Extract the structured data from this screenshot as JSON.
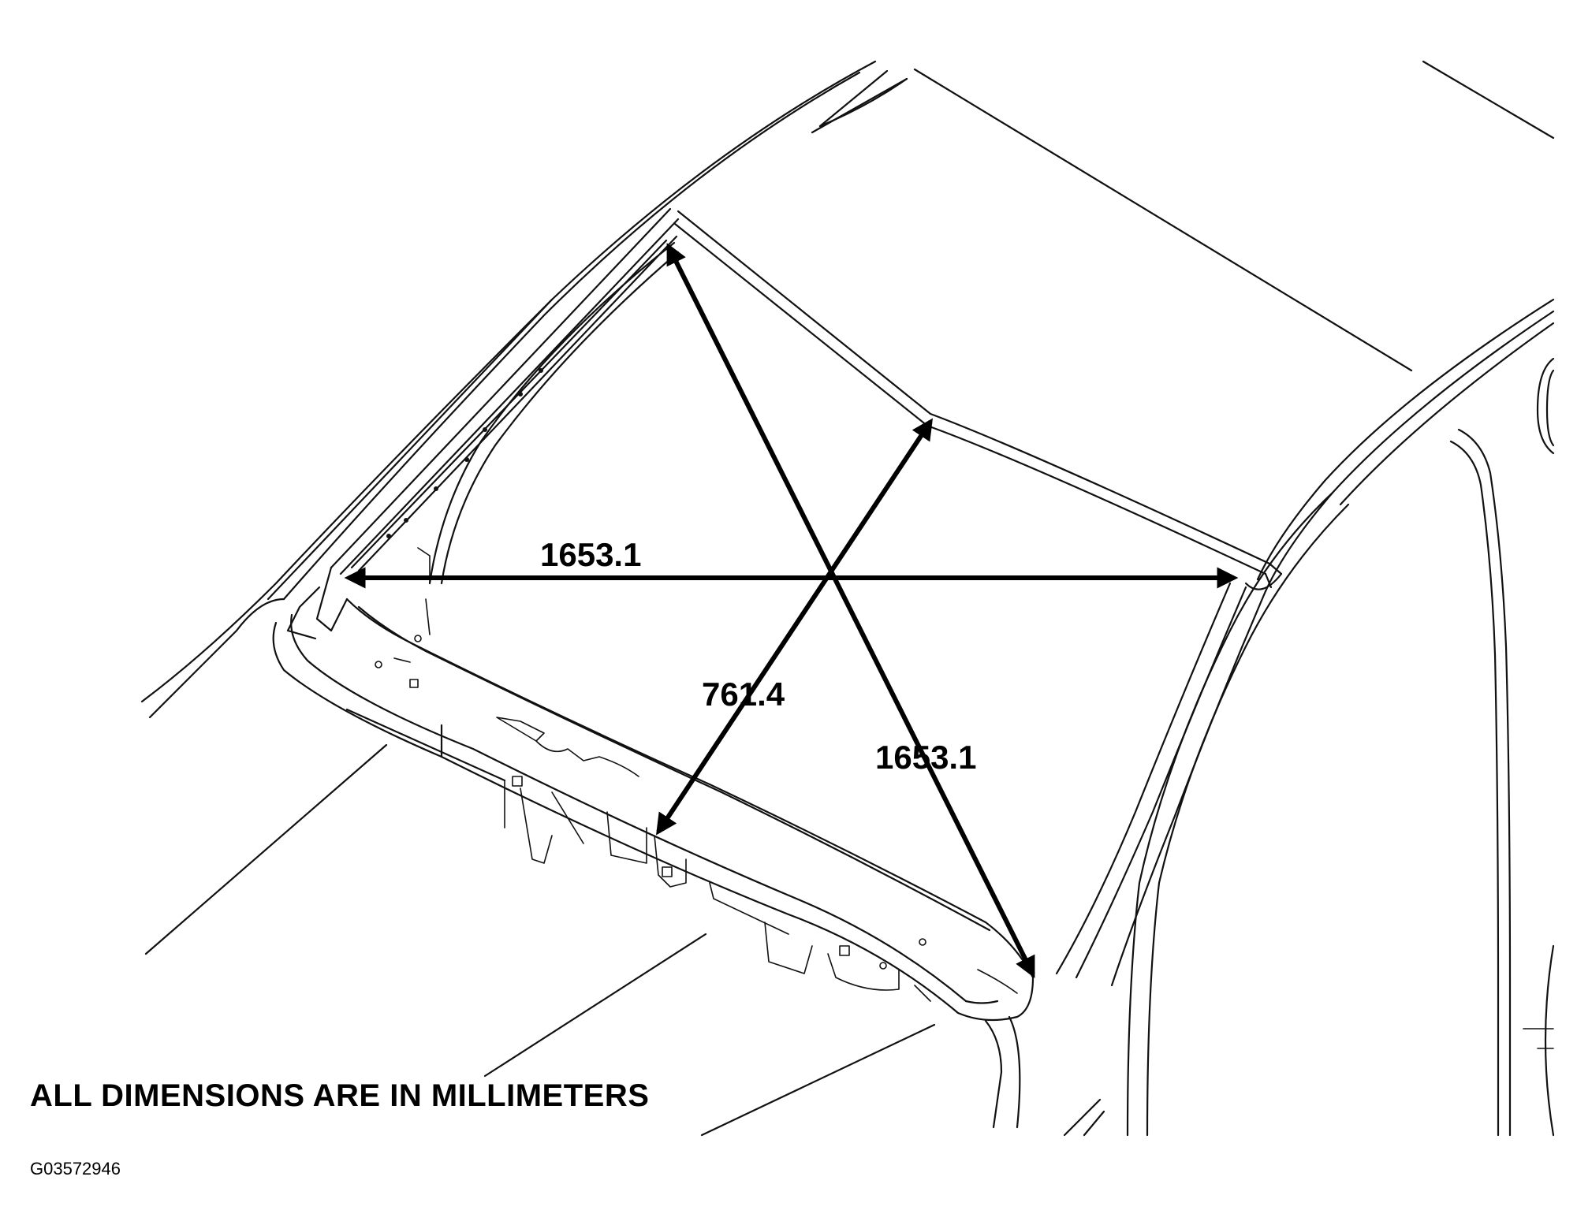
{
  "dimensions": {
    "horizontal": "1653.1",
    "diagonal": "1653.1",
    "height": "761.4"
  },
  "note": "ALL DIMENSIONS ARE IN MILLIMETERS",
  "figure_id": "G03572946",
  "colors": {
    "ink": "#111111",
    "background": "#ffffff"
  }
}
